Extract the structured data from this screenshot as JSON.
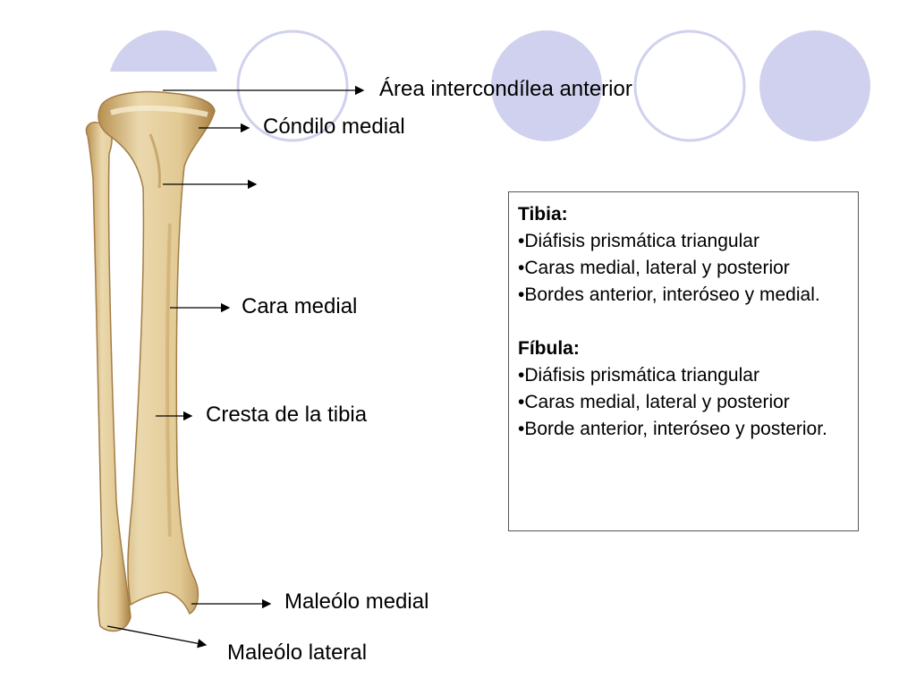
{
  "labels": {
    "area_intercondilea": "Área intercondílea anterior",
    "condilo_medial": "Cóndilo medial",
    "cara_medial": "Cara medial",
    "cresta_tibia": "Cresta de la tibia",
    "maleolo_medial": "Maleólo medial",
    "maleolo_lateral": "Maleólo lateral"
  },
  "info_box": {
    "tibia": {
      "heading": "Tibia:",
      "items": [
        "•Diáfisis prismática triangular",
        "•Caras medial, lateral y posterior",
        "•Bordes anterior, interóseo y medial."
      ]
    },
    "fibula": {
      "heading": "Fíbula:",
      "items": [
        "•Diáfisis prismática triangular",
        "•Caras medial, lateral y posterior",
        "•Borde anterior, interóseo y posterior."
      ]
    }
  },
  "colors": {
    "circle_fill": "#cfd1ee",
    "circle_stroke": "#cfd1ee",
    "bone": "#e4cfa0",
    "bone_shadow": "#c09a5c"
  }
}
